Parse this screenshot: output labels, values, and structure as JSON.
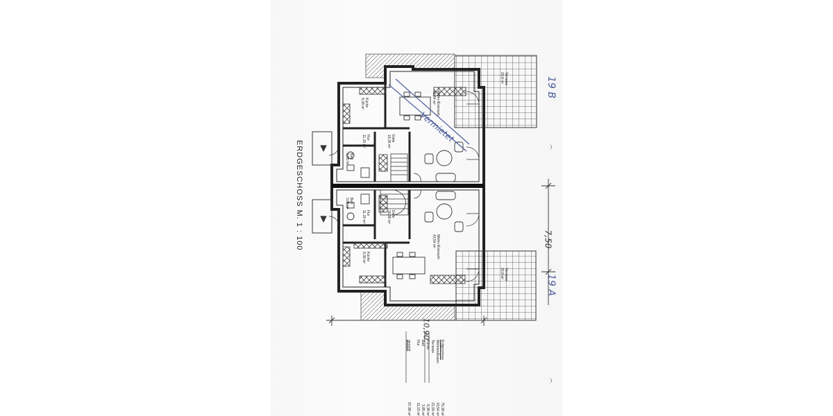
{
  "drawing": {
    "title": "ERDGESCHOSS M. 1 : 100"
  },
  "handwritten": {
    "unit_top": "19 B",
    "unit_bottom": "19 A",
    "dimension_side": "7,50",
    "dimension_bottom": "10,90",
    "stamp": "Vermietet"
  },
  "rooms": {
    "top": {
      "terrasse": "Terrasse\n20,8 m²",
      "wohn": "Wohn-/Essraum\n43,54 m²",
      "kueche": "Küche\n8,38 m²",
      "flur": "Flur\n11,15 m²",
      "diele": "Diele\n18,35 m²",
      "bad": "Bad\n3,85 m²"
    },
    "bottom": {
      "terrasse": "Terrasse\n20,8 m²",
      "wohn": "Wohn-/Essraum\n43,54 m²",
      "kueche": "Küche\n8,38 m²",
      "flur": "Flur\n11,15 m²",
      "diele": "Diele\n18,35 m²",
      "bad": "Bad\n3,85 m²"
    }
  },
  "area_table": {
    "heading": "Erdgeschoss",
    "heading_value": "75,38 m²",
    "rows": [
      {
        "label": "Wohnen/Essen",
        "value": "43,54 m²"
      },
      {
        "label": "Terrasse",
        "value": "21,06 m²"
      },
      {
        "label": "Küche",
        "value": "8,38 m²"
      },
      {
        "label": "Bad",
        "value": "3,85 m²"
      },
      {
        "label": "Flur",
        "value": "11,15 m²"
      }
    ],
    "total_label": "gesamt",
    "total_value": "87,98 m²"
  },
  "colors": {
    "ink": "#2a2a2a",
    "hatch": "#555555",
    "handwriting": "#4a5a9a",
    "paper": "#fbfbfb"
  }
}
